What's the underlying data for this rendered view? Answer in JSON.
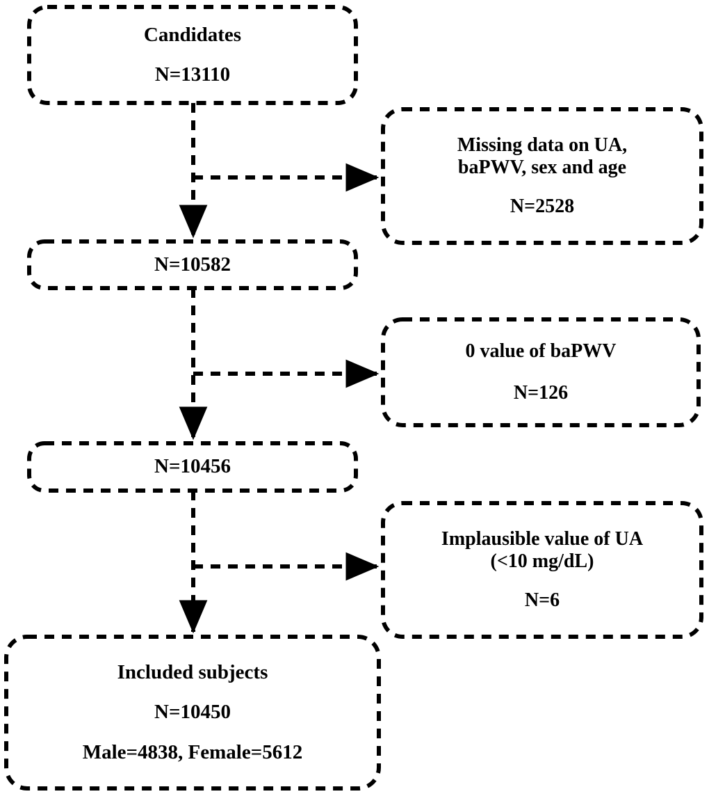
{
  "figure": {
    "type": "flowchart",
    "orientation": "vertical-with-right-exclusions",
    "line_style": "dashed",
    "border_color": "#000000",
    "text_color": "#000000",
    "background_color": "#ffffff"
  },
  "nodes": {
    "candidates": {
      "title": "Candidates",
      "count": "N=13110"
    },
    "exclusion_1": {
      "reason_line1": "Missing data on UA,",
      "reason_line2": "baPWV, sex and age",
      "count": "N=2528"
    },
    "remaining_1": {
      "count": "N=10582"
    },
    "exclusion_2": {
      "reason_line1": "0 value of baPWV",
      "count": "N=126"
    },
    "remaining_2": {
      "count": "N=10456"
    },
    "exclusion_3": {
      "reason_line1": "Implausible value of UA",
      "reason_line2": "(<10 mg/dL)",
      "count": "N=6"
    },
    "included": {
      "title": "Included subjects",
      "count": "N=10450",
      "breakdown": "Male=4838, Female=5612"
    }
  },
  "chart_data": {
    "type": "flow",
    "title": "",
    "steps": [
      {
        "label": "Candidates",
        "n": 13110
      },
      {
        "label": "Missing data on UA, baPWV, sex and age",
        "n": 2528,
        "kind": "exclusion"
      },
      {
        "label": "",
        "n": 10582
      },
      {
        "label": "0 value of baPWV",
        "n": 126,
        "kind": "exclusion"
      },
      {
        "label": "",
        "n": 10456
      },
      {
        "label": "Implausible value of UA (<10 mg/dL)",
        "n": 6,
        "kind": "exclusion"
      },
      {
        "label": "Included subjects",
        "n": 10450,
        "male": 4838,
        "female": 5612
      }
    ]
  }
}
